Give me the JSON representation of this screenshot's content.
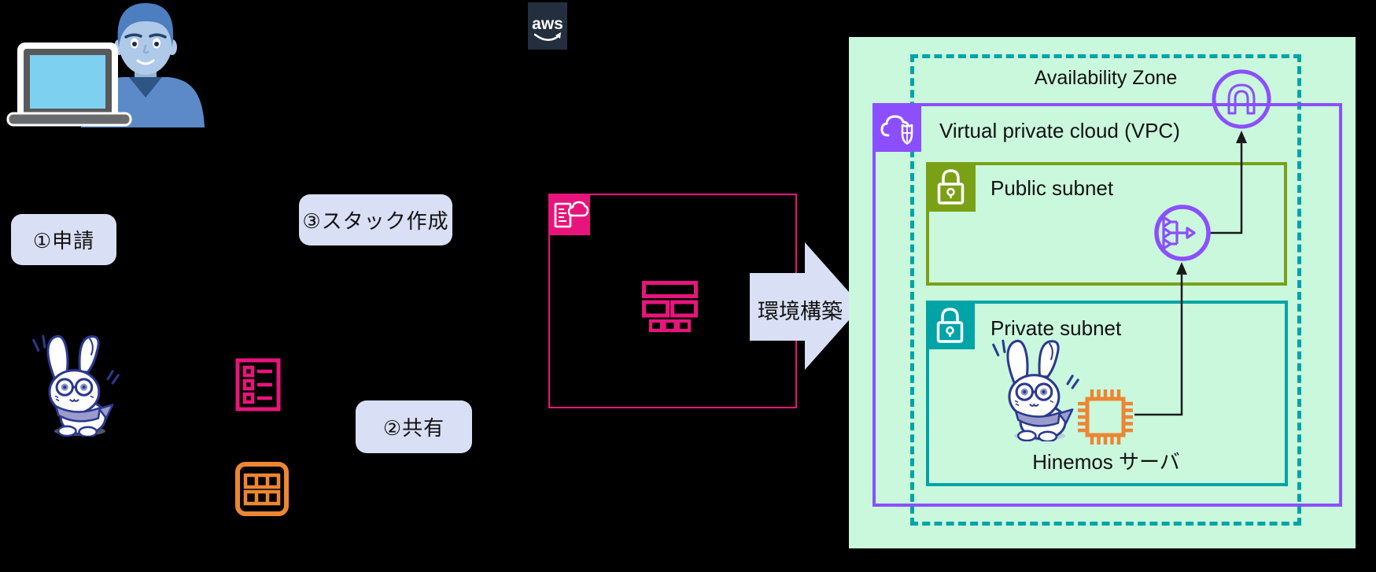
{
  "colors": {
    "background": "#000000",
    "pink": "#E7157B",
    "orange": "#EC8633",
    "purple": "#8C4FFF",
    "olive_green": "#7AA116",
    "teal": "#00A4A6",
    "mint_region": "#C9F8DD",
    "label_chip_bg": "#D9DFF4",
    "aws_navy": "#232F3E",
    "mascot_outline_navy": "#2B3990"
  },
  "steps": {
    "step1": "①申請",
    "step2": "②共有",
    "step3": "③スタック作成"
  },
  "flow_arrow": {
    "label": "環境構築"
  },
  "aws_logo": {
    "text": "aws"
  },
  "network": {
    "availability_zone": "Availability Zone",
    "vpc": "Virtual private cloud (VPC)",
    "public_subnet": "Public subnet",
    "private_subnet": "Private subnet",
    "server": "Hinemos サーバ"
  },
  "icons": [
    "user-with-laptop-icon",
    "hinemos-mascot-icon",
    "aws-logo-icon",
    "cloudformation-template-icon",
    "cloudformation-stack-icon",
    "parameter-list-icon",
    "table-icon",
    "vpc-icon",
    "subnet-lock-icon",
    "internet-gateway-icon",
    "elastic-load-balancer-icon",
    "ec2-instance-icon"
  ]
}
